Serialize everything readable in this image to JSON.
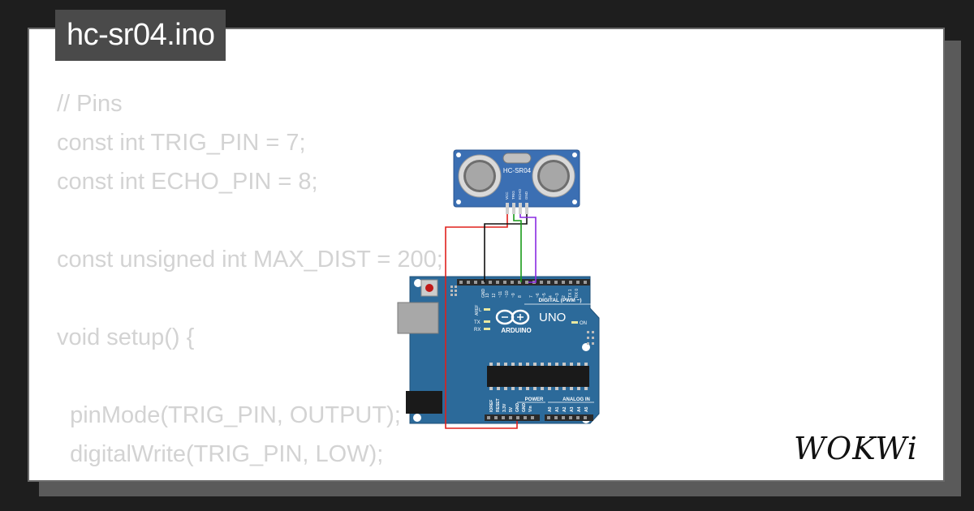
{
  "file": {
    "name": "hc-sr04.ino"
  },
  "code": {
    "lines": [
      "// Pins",
      "const int TRIG_PIN = 7;",
      "const int ECHO_PIN = 8;",
      "",
      "const unsigned int MAX_DIST = 200;",
      "",
      "void setup() {",
      "",
      "  pinMode(TRIG_PIN, OUTPUT);",
      "  digitalWrite(TRIG_PIN, LOW);"
    ]
  },
  "sensor": {
    "label": "HC-SR04",
    "pins": [
      "VCC",
      "TRIG",
      "ECHO",
      "GND"
    ]
  },
  "board": {
    "brand": "ARDUINO",
    "model": "UNO",
    "digital_header": "DIGITAL (PWM ~)",
    "power_header": "POWER",
    "analog_header": "ANALOG IN",
    "on_label": "ON",
    "led_l": "L",
    "led_tx": "TX",
    "led_rx": "RX",
    "aref": "AREF",
    "gnd": "GND",
    "digital_pins": [
      "13",
      "12",
      "~11",
      "~10",
      "~9",
      "8",
      "7",
      "~6",
      "~5",
      "4",
      "~3",
      "2",
      "TX 1",
      "RX 0"
    ],
    "power_pins": [
      "IOREF",
      "RESET",
      "3.3V",
      "5V",
      "GND",
      "GND",
      "Vin"
    ],
    "analog_pins": [
      "A0",
      "A1",
      "A2",
      "A3",
      "A4",
      "A5"
    ]
  },
  "wires": {
    "vcc_color": "#e0201c",
    "trig_color": "#1a9b1a",
    "echo_color": "#8a2be2",
    "gnd_color": "#111111"
  },
  "brand_logo": "WOKWi",
  "colors": {
    "board_blue": "#2c6a9a",
    "sensor_blue": "#3b6fb3",
    "code_text": "#d3d3d3",
    "tag_bg": "#4a4a4a"
  }
}
